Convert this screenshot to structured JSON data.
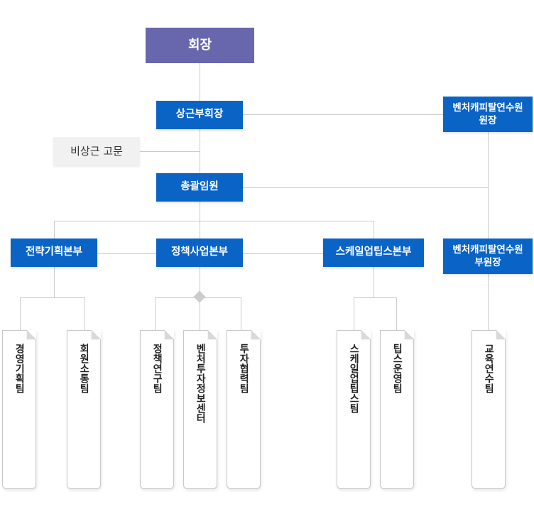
{
  "chairman": "회장",
  "vice_chairman": "상근부회장",
  "advisor": "비상근 고문",
  "executive": "총괄임원",
  "academy_director": "벤처캐피탈연수원\n원장",
  "academy_vice_director": "벤처캐피탈연수원\n부원장",
  "divisions": [
    {
      "name": "전략기획본부"
    },
    {
      "name": "정책사업본부"
    },
    {
      "name": "스케일업팁스본부"
    }
  ],
  "teams": [
    {
      "name": "경영기획팀"
    },
    {
      "name": "회원소통팀"
    },
    {
      "name": "정책연구팀"
    },
    {
      "name": "벤처투자정보센터"
    },
    {
      "name": "투자협력팀"
    },
    {
      "name": "스케일업팁스팀"
    },
    {
      "name": "팁스운영팀"
    },
    {
      "name": "교육연수팀"
    }
  ],
  "colors": {
    "chairman_bg": "#6867ad",
    "node_bg": "#0a64c6",
    "advisor_bg": "#f1f1f1",
    "line": "#cccccc"
  }
}
